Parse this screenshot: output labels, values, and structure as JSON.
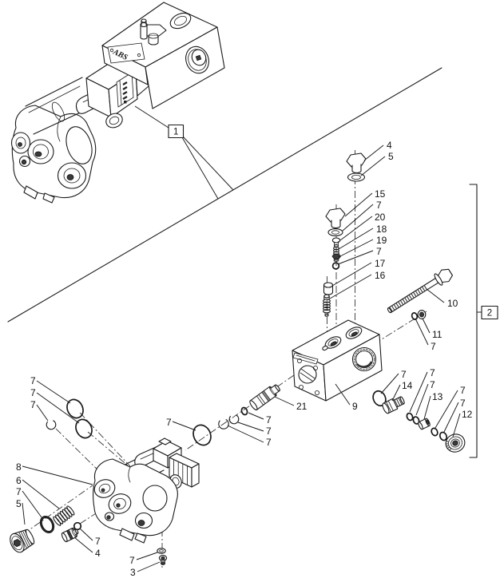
{
  "diagram": {
    "type": "exploded-parts-diagram",
    "component_label": "ABS",
    "view_refs": {
      "assembled": "1",
      "exploded": "2"
    },
    "colors": {
      "line": "#1a1a1a",
      "background": "#ffffff"
    },
    "callouts": [
      {
        "part": "4"
      },
      {
        "part": "5"
      },
      {
        "part": "15"
      },
      {
        "part": "7"
      },
      {
        "part": "20"
      },
      {
        "part": "18"
      },
      {
        "part": "19"
      },
      {
        "part": "7"
      },
      {
        "part": "17"
      },
      {
        "part": "16"
      },
      {
        "part": "10"
      },
      {
        "part": "11"
      },
      {
        "part": "7"
      },
      {
        "part": "9"
      },
      {
        "part": "21"
      },
      {
        "part": "7"
      },
      {
        "part": "14"
      },
      {
        "part": "7"
      },
      {
        "part": "7"
      },
      {
        "part": "13"
      },
      {
        "part": "7"
      },
      {
        "part": "7"
      },
      {
        "part": "12"
      },
      {
        "part": "7"
      },
      {
        "part": "7"
      },
      {
        "part": "7"
      },
      {
        "part": "7"
      },
      {
        "part": "7"
      },
      {
        "part": "7"
      },
      {
        "part": "7"
      },
      {
        "part": "8"
      },
      {
        "part": "6"
      },
      {
        "part": "7"
      },
      {
        "part": "5"
      },
      {
        "part": "7"
      },
      {
        "part": "4"
      },
      {
        "part": "7"
      },
      {
        "part": "3"
      }
    ]
  }
}
